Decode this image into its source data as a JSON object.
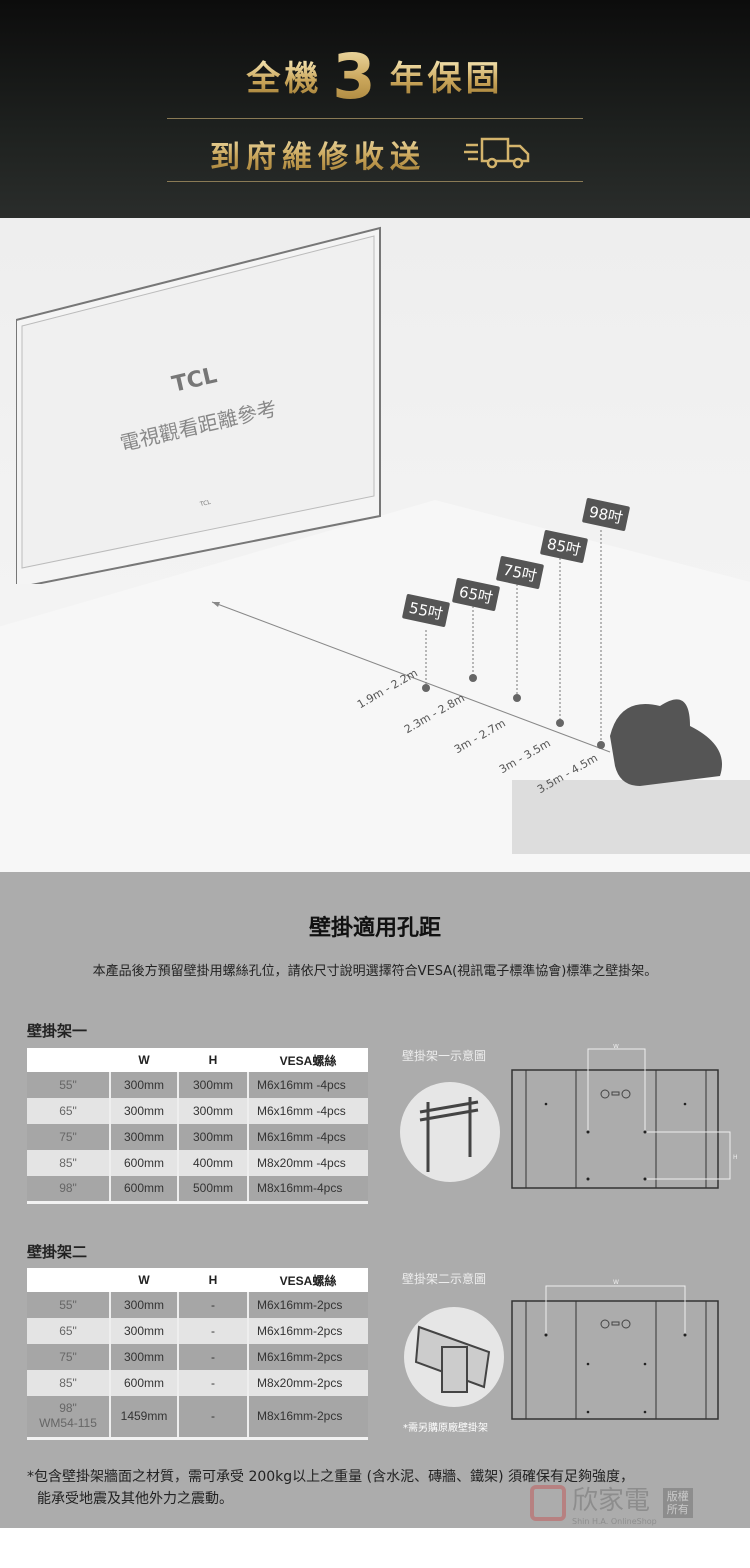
{
  "hero": {
    "warranty_prefix": "全機",
    "warranty_years": "3",
    "warranty_suffix": "年保固",
    "delivery": "到府維修收送",
    "delivery_icon": "truck-icon"
  },
  "room": {
    "tv_brand": "TCL",
    "tv_caption": "電視觀看距離參考",
    "tv_bezel_brand": "TCL",
    "sizes": [
      {
        "label": "55吋",
        "distance": "1.9m - 2.2m"
      },
      {
        "label": "65吋",
        "distance": "2.3m - 2.8m"
      },
      {
        "label": "75吋",
        "distance": "3m - 2.7m"
      },
      {
        "label": "85吋",
        "distance": "3m - 3.5m"
      },
      {
        "label": "98吋",
        "distance": "3.5m - 4.5m"
      }
    ]
  },
  "specs": {
    "title": "壁掛適用孔距",
    "desc": "本產品後方預留壁掛用螺絲孔位，請依尺寸說明選擇符合VESA(視訊電子標準協會)標準之壁掛架。",
    "headers": [
      "",
      "W",
      "H",
      "VESA螺絲"
    ],
    "mount1": {
      "title": "壁掛架一",
      "diagram_label": "壁掛架一示意圖",
      "rows": [
        [
          "55\"",
          "300mm",
          "300mm",
          "M6x16mm -4pcs"
        ],
        [
          "65\"",
          "300mm",
          "300mm",
          "M6x16mm -4pcs"
        ],
        [
          "75\"",
          "300mm",
          "300mm",
          "M6x16mm -4pcs"
        ],
        [
          "85\"",
          "600mm",
          "400mm",
          "M8x20mm -4pcs"
        ],
        [
          "98\"",
          "600mm",
          "500mm",
          "M8x16mm-4pcs"
        ]
      ]
    },
    "mount2": {
      "title": "壁掛架二",
      "diagram_label": "壁掛架二示意圖",
      "diagram_note": "*需另購原廠壁掛架",
      "rows": [
        [
          "55\"",
          "300mm",
          "-",
          "M6x16mm-2pcs"
        ],
        [
          "65\"",
          "300mm",
          "-",
          "M6x16mm-2pcs"
        ],
        [
          "75\"",
          "300mm",
          "-",
          "M6x16mm-2pcs"
        ],
        [
          "85\"",
          "600mm",
          "-",
          "M8x20mm-2pcs"
        ],
        [
          "98\"\nWM54-115",
          "1459mm",
          "-",
          "M8x16mm-2pcs"
        ]
      ]
    },
    "dim_w": "W",
    "dim_h": "H",
    "note_line1": "*包含壁掛架牆面之材質，需可承受 200kg以上之重量 (含水泥、磚牆、鐵架) 須確保有足夠強度，",
    "note_line2": "能承受地震及其他外力之震動。"
  },
  "watermark": {
    "name": "欣家電",
    "sub": "Shin H.A. OnlineShop",
    "badge": "版權所有"
  }
}
